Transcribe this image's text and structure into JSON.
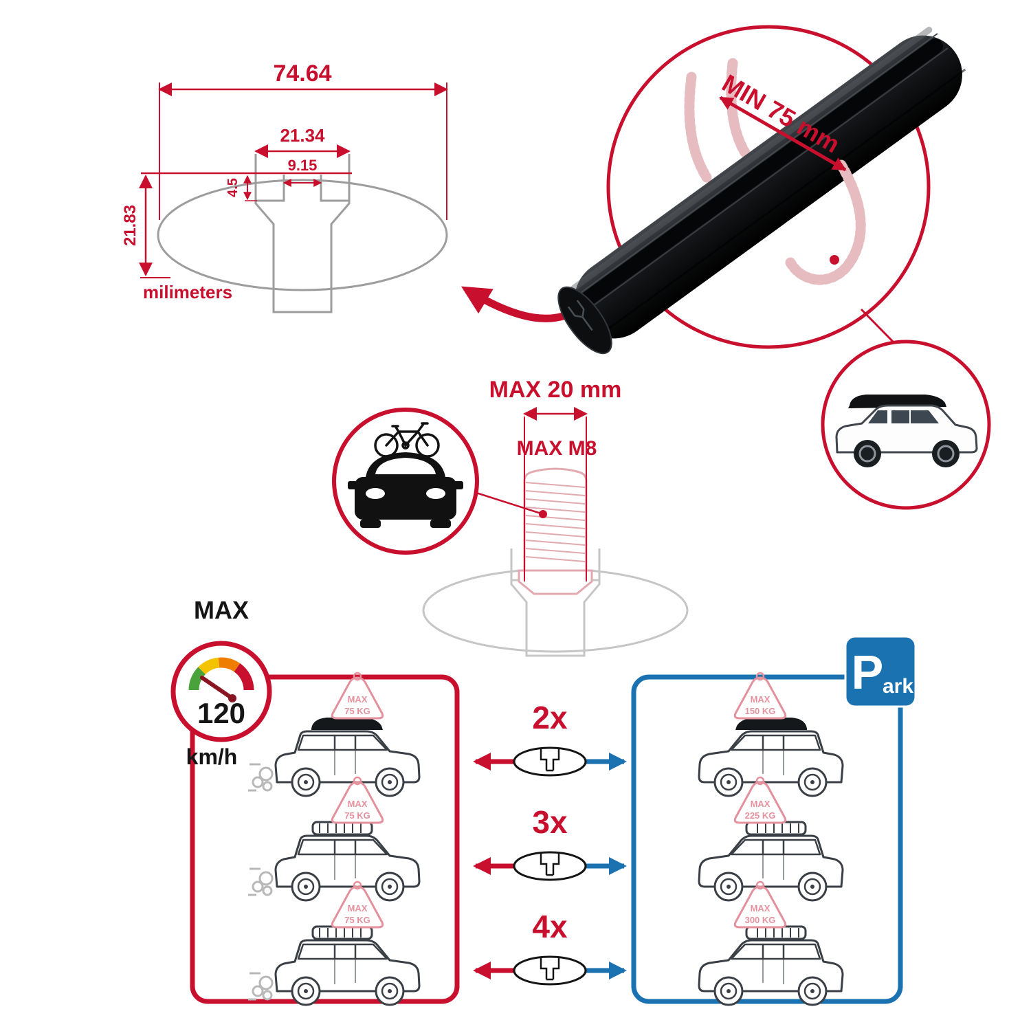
{
  "colors": {
    "red": "#C8102E",
    "blue": "#1A72B0",
    "pink": "#E4919E",
    "ghost_gray": "#C6C6C6",
    "bar_black": "#17191C"
  },
  "dimensions_panel": {
    "total_width": "74.64",
    "slot_outer_width": "21.34",
    "slot_inner_width": "9.15",
    "lip_depth": "4.5",
    "total_height": "21.83",
    "units": "milimeters"
  },
  "crossbar_panel": {
    "min_span": "MIN 75 mm"
  },
  "bolt_panel": {
    "max_bolt_width": "MAX 20 mm",
    "max_thread": "MAX M8"
  },
  "speed_panel": {
    "label": "MAX",
    "value": "120",
    "unit": "km/h"
  },
  "multiplier_rows": [
    {
      "count": "2x"
    },
    {
      "count": "3x"
    },
    {
      "count": "4x"
    }
  ],
  "driving_cars": [
    {
      "tag_line1": "MAX",
      "tag_line2": "75 KG"
    },
    {
      "tag_line1": "MAX",
      "tag_line2": "75 KG"
    },
    {
      "tag_line1": "MAX",
      "tag_line2": "75 KG"
    }
  ],
  "parked_cars": [
    {
      "tag_line1": "MAX",
      "tag_line2": "150 KG"
    },
    {
      "tag_line1": "MAX",
      "tag_line2": "225 KG"
    },
    {
      "tag_line1": "MAX",
      "tag_line2": "300 KG"
    }
  ],
  "park_sign": {
    "letter": "P",
    "rest": "ark"
  }
}
